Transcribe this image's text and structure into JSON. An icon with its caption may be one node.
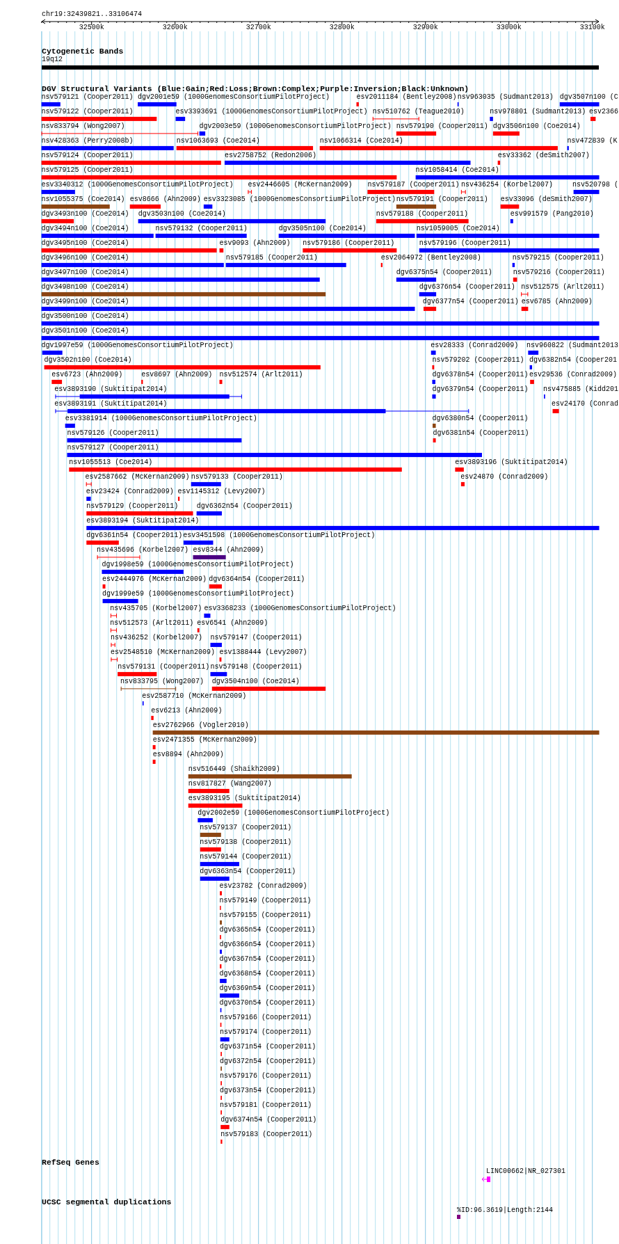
{
  "diagram": {
    "labels": [
      "chr19:32439821..33106474",
      "32500k",
      "32600k",
      "32700k",
      "32800k",
      "32900k",
      "33000k",
      "33100k",
      "Cytogenetic Bands",
      "19q12",
      "DGV Structural Variants (Blue:Gain;Red:Loss;Brown:Complex;Purple:Inversion;Black:Unknown)",
      "nsv579121 (Cooper2011)",
      "dgv2001e59 (1000GenomesConsortiumPilotProject)",
      "esv2011184 (Bentley2008)",
      "nsv963035 (Sudmant2013)",
      "dgv3507n100 (C",
      "nsv579122 (Cooper2011)",
      "esv3393691 (1000GenomesConsortiumPilotProject)",
      "nsv510762 (Teague2010)",
      "nsv978801 (Sudmant2013)",
      "esv2366",
      "nsv833794 (Wong2007)",
      "dgv2003e59 (1000GenomesConsortiumPilotProject)",
      "nsv579190 (Cooper2011)",
      "dgv3506n100 (Coe2014)",
      "nsv428363 (Perry2008b)",
      "nsv1063693 (Coe2014)",
      "nsv1066314 (Coe2014)",
      "nsv472839 (K",
      "nsv579124 (Cooper2011)",
      "esv2758752 (Redon2006)",
      "esv33362 (deSmith2007)",
      "nsv579125 (Cooper2011)",
      "nsv1058414 (Coe2014)",
      "esv3340312 (1000GenomesConsortiumPilotProject)",
      "esv2446605 (McKernan2009)",
      "nsv579187 (Cooper2011)",
      "nsv436254 (Korbel2007)",
      "nsv520798 (",
      "nsv1055375 (Coe2014)",
      "esv8666 (Ahn2009)",
      "esv3323085 (1000GenomesConsortiumPilotProject)",
      "nsv579191 (Cooper2011)",
      "esv33096 (deSmith2007)",
      "dgv3493n100 (Coe2014)",
      "dgv3503n100 (Coe2014)",
      "nsv579188 (Cooper2011)",
      "esv991579 (Pang2010)",
      "dgv3494n100 (Coe2014)",
      "nsv579132 (Cooper2011)",
      "dgv3505n100 (Coe2014)",
      "nsv1059005 (Coe2014)",
      "dgv3495n100 (Coe2014)",
      "esv9093 (Ahn2009)",
      "nsv579186 (Cooper2011)",
      "nsv579196 (Cooper2011)",
      "dgv3496n100 (Coe2014)",
      "nsv579185 (Cooper2011)",
      "esv2064972 (Bentley2008)",
      "nsv579215 (Cooper2011)",
      "dgv3497n100 (Coe2014)",
      "dgv6375n54 (Cooper2011)",
      "nsv579216 (Cooper2011)",
      "dgv3498n100 (Coe2014)",
      "dgv6376n54 (Cooper2011)",
      "nsv512575 (Arlt2011)",
      "dgv3499n100 (Coe2014)",
      "dgv6377n54 (Cooper2011)",
      "esv6785 (Ahn2009)",
      "dgv3500n100 (Coe2014)",
      "dgv3501n100 (Coe2014)",
      "dgv1997e59 (1000GenomesConsortiumPilotProject)",
      "esv28333 (Conrad2009)",
      "nsv960822 (Sudmant2013",
      "dgv3502n100 (Coe2014)",
      "nsv579202 (Cooper2011)",
      "dgv6382n54 (Cooper201",
      "esv6723 (Ahn2009)",
      "esv8697 (Ahn2009)",
      "nsv512574 (Arlt2011)",
      "dgv6378n54 (Cooper2011)",
      "esv29536 (Conrad2009)",
      "esv3893190 (Suktitipat2014)",
      "dgv6379n54 (Cooper2011)",
      "nsv475885 (Kidd201",
      "esv3893191 (Suktitipat2014)",
      "esv24170 (Conrad",
      "esv3381914 (1000GenomesConsortiumPilotProject)",
      "dgv6380n54 (Cooper2011)",
      "nsv579126 (Cooper2011)",
      "dgv6381n54 (Cooper2011)",
      "nsv579127 (Cooper2011)",
      "nsv1055513 (Coe2014)",
      "esv3893196 (Suktitipat2014)",
      "esv2587662 (McKernan2009)",
      "nsv579133 (Cooper2011)",
      "esv24870 (Conrad2009)",
      "esv23424 (Conrad2009)",
      "esv1145312 (Levy2007)",
      "nsv579129 (Cooper2011)",
      "dgv6362n54 (Cooper2011)",
      "esv3893194 (Suktitipat2014)",
      "dgv6361n54 (Cooper2011)",
      "esv3451598 (1000GenomesConsortiumPilotProject)",
      "nsv435696 (Korbel2007)",
      "esv8344 (Ahn2009)",
      "dgv1998e59 (1000GenomesConsortiumPilotProject)",
      "esv2444976 (McKernan2009)",
      "dgv6364n54 (Cooper2011)",
      "dgv1999e59 (1000GenomesConsortiumPilotProject)",
      "nsv435705 (Korbel2007)",
      "esv3368233 (1000GenomesConsortiumPilotProject)",
      "nsv512573 (Arlt2011)",
      "esv6541 (Ahn2009)",
      "nsv436252 (Korbel2007)",
      "nsv579147 (Cooper2011)",
      "esv2548510 (McKernan2009)",
      "esv1388444 (Levy2007)",
      "nsv579131 (Cooper2011)",
      "nsv579148 (Cooper2011)",
      "nsv833795 (Wong2007)",
      "dgv3504n100 (Coe2014)",
      "esv2587710 (McKernan2009)",
      "esv6213 (Ahn2009)",
      "esv2762966 (Vogler2010)",
      "esv2471355 (McKernan2009)",
      "esv8894 (Ahn2009)",
      "nsv516449 (Shaikh2009)",
      "nsv817827 (Wang2007)",
      "esv3893195 (Suktitipat2014)",
      "dgv2002e59 (1000GenomesConsortiumPilotProject)",
      "nsv579137 (Cooper2011)",
      "nsv579138 (Cooper2011)",
      "nsv579144 (Cooper2011)",
      "dgv6363n54 (Cooper2011)",
      "esv23782 (Conrad2009)",
      "nsv579149 (Cooper2011)",
      "nsv579155 (Cooper2011)",
      "dgv6365n54 (Cooper2011)",
      "dgv6366n54 (Cooper2011)",
      "dgv6367n54 (Cooper2011)",
      "dgv6368n54 (Cooper2011)",
      "dgv6369n54 (Cooper2011)",
      "dgv6370n54 (Cooper2011)",
      "nsv579166 (Cooper2011)",
      "nsv579174 (Cooper2011)",
      "dgv6371n54 (Cooper2011)",
      "dgv6372n54 (Cooper2011)",
      "nsv579176 (Cooper2011)",
      "dgv6373n54 (Cooper2011)",
      "nsv579181 (Cooper2011)",
      "dgv6374n54 (Cooper2011)",
      "nsv579183 (Cooper2011)",
      "RefSeq Genes",
      "LINC00662|NR_027301",
      "UCSC segmental duplications",
      "%ID:96.3619|Length:2144"
    ]
  }
}
